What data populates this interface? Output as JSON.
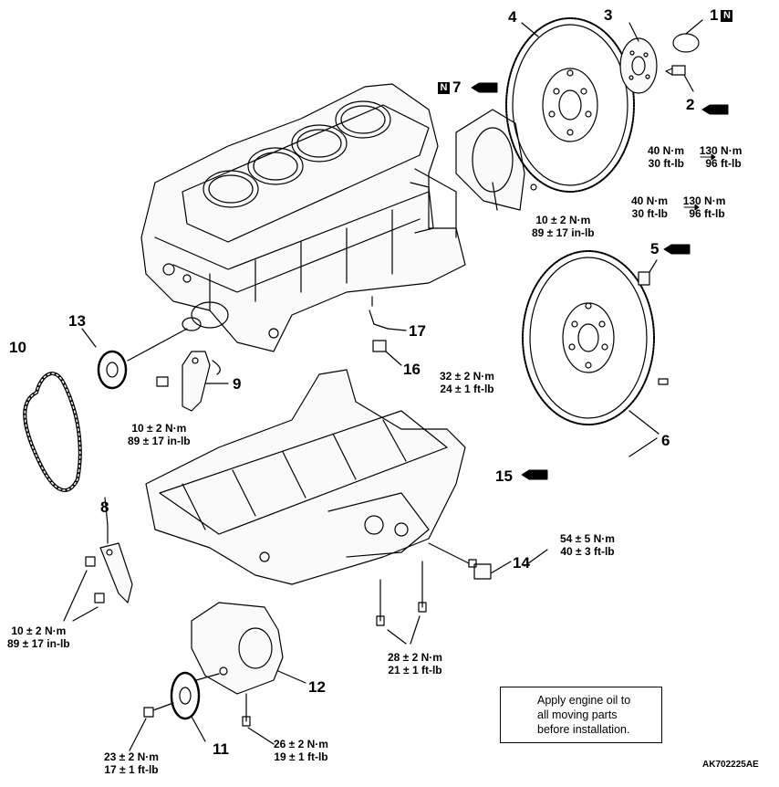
{
  "parts": [
    {
      "id": "1",
      "label": "1"
    },
    {
      "id": "2",
      "label": "2"
    },
    {
      "id": "3",
      "label": "3"
    },
    {
      "id": "4",
      "label": "4"
    },
    {
      "id": "5",
      "label": "5"
    },
    {
      "id": "6",
      "label": "6"
    },
    {
      "id": "7",
      "label": "7"
    },
    {
      "id": "8",
      "label": "8"
    },
    {
      "id": "9",
      "label": "9"
    },
    {
      "id": "10",
      "label": "10"
    },
    {
      "id": "11",
      "label": "11"
    },
    {
      "id": "12",
      "label": "12"
    },
    {
      "id": "13",
      "label": "13"
    },
    {
      "id": "14",
      "label": "14"
    },
    {
      "id": "15",
      "label": "15"
    },
    {
      "id": "16",
      "label": "16"
    },
    {
      "id": "17",
      "label": "17"
    }
  ],
  "badge_letter": "N",
  "torques": {
    "flywheel_a": {
      "line1_a": "40 N·m",
      "line1_b": "130 N·m",
      "line2_a": "30 ft-lb",
      "line2_b": "96 ft-lb"
    },
    "flywheel_b": {
      "line1_a": "40 N·m",
      "line1_b": "130 N·m",
      "line2_a": "30 ft-lb",
      "line2_b": "96 ft-lb"
    },
    "rear_plate": {
      "line1": "10 ± 2 N·m",
      "line2": "89 ± 17 in-lb"
    },
    "item16": {
      "line1": "32 ± 2 N·m",
      "line2": "24 ± 1 ft-lb"
    },
    "item9": {
      "line1": "10 ± 2 N·m",
      "line2": "89 ± 17 in-lb"
    },
    "item14": {
      "line1": "54 ± 5 N·m",
      "line2": "40 ± 3 ft-lb"
    },
    "item8": {
      "line1": "10 ± 2 N·m",
      "line2": "89 ± 17 in-lb"
    },
    "ladder_bolts": {
      "line1": "28 ± 2 N·m",
      "line2": "21 ± 1 ft-lb"
    },
    "pump_bolt": {
      "line1": "26 ± 2 N·m",
      "line2": "19 ± 1 ft-lb"
    },
    "gear_bolt": {
      "line1": "23 ± 2 N·m",
      "line2": "17 ± 1 ft-lb"
    }
  },
  "note": {
    "line1": "Apply engine oil to",
    "line2": "all moving parts",
    "line3": "before installation."
  },
  "figure_code": "AK702225AE"
}
